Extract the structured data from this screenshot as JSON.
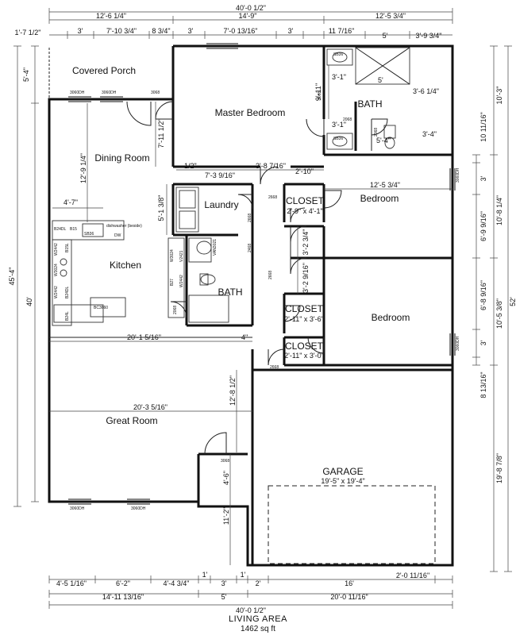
{
  "rooms": {
    "covered_porch": "Covered Porch",
    "master_bedroom": "Master Bedroom",
    "bath_master": "BATH",
    "dining_room": "Dining Room",
    "laundry": "Laundry",
    "closet_1": "CLOSET",
    "closet_1_size": "2'-9\" x 4'-1\"",
    "bedroom_1": "Bedroom",
    "kitchen": "Kitchen",
    "bath_hall": "BATH",
    "closet_2": "CLOSET",
    "closet_2_size": "2'-11\" x 3'-6\"",
    "closet_3": "CLOSET",
    "closet_3_size": "2'-11\" x 3'-0\"",
    "bedroom_2": "Bedroom",
    "great_room": "Great Room",
    "garage": "GARAGE",
    "garage_size": "19'-5\" x 19'-4\""
  },
  "dimensions": {
    "top_overall": "40'-0 1/2\"",
    "top_left": "12'-6 1/4\"",
    "top_mid": "14'-9\"",
    "top_right": "12'-5 3/4\"",
    "seg_3": "3'",
    "seg_7_10_3_4": "7'-10 3/4\"",
    "seg_8_3_4": "8 3/4\"",
    "seg_3_r1": "3'",
    "seg_7_0_13_16": "7'-0 13/16\"",
    "seg_3_r2": "3'",
    "seg_11_7_16": "11 7/16\"",
    "seg_5": "5'",
    "seg_3_9_3_4": "3'-9 3/4\"",
    "left_porch_offset": "1'-7 1/2\"",
    "left_porch": "5'-4\"",
    "left_overall": "45'-4\"",
    "left_inner": "40'",
    "right_overall": "52'",
    "right_10_3": "10'-3\"",
    "right_10_11_16": "10 11/16\"",
    "right_3_a": "3'",
    "right_10_8_1_4": "10'-8 1/4\"",
    "right_6_9_9_16": "6'-9 9/16\"",
    "right_6_8_9_16": "6'-8 9/16\"",
    "right_10_5_3_8": "10'-5 3/8\"",
    "right_3_b": "3'",
    "right_8_13_16": "8 13/16\"",
    "right_19_8_7_8": "19'-8 7/8\"",
    "bath_3_1_a": "3'-1\"",
    "bath_3_1_b": "3'-1\"",
    "bath_5": "5'",
    "bath_3_6_1_4": "3'-6 1/4\"",
    "bath_3_4": "3'-4\"",
    "bath_5_4": "5'-4\"",
    "bath_9_11": "9'-11\"",
    "master_7_11_1_2": "7'-11 1/2\"",
    "dining_12_9_1_4": "12'-9 1/4\"",
    "dim_1_2": "1/2\"",
    "dim_7_3_9_16": "7'-3 9/16\"",
    "dim_3_8_7_16": "3'-8 7/16\"",
    "dim_2_10": "2'-10\"",
    "bedroom_12_5_3_4": "12'-5 3/4\"",
    "kitchen_4_7": "4'-7\"",
    "laundry_5_1_3_8": "5'-1 3/8\"",
    "hall_3_2_3_4": "3'-2 3/4\"",
    "hall_3_2_9_16": "3'-2 9/16\"",
    "great_20_1_5_16": "20'-1 5/16\"",
    "dim_4": "4\"",
    "great_20_3_5_16": "20'-3 5/16\"",
    "hall_12_8_1_2": "12'-8 1/2\"",
    "entry_4_6": "4'-6\"",
    "entry_11_2": "11'-2\"",
    "b1_4_5_1_16": "4'-5 1/16\"",
    "b1_6_2": "6'-2\"",
    "b1_4_4_3_4": "4'-4 3/4\"",
    "b1_1_a": "1'",
    "b1_3": "3'",
    "b1_1_b": "1'",
    "b1_2": "2'",
    "b1_16": "16'",
    "b1_2_0_11_16": "2'-0 11/16\"",
    "b2_14_11_13_16": "14'-11 13/16\"",
    "b2_5": "5'",
    "b2_20_0_11_16": "20'-0 11/16\"",
    "bottom_overall": "40'-0 1/2\""
  },
  "fixture_codes": {
    "w_3060dh_a": "3060DH",
    "w_3060dh_b": "3060DH",
    "w_3068": "3068",
    "w_3060dh_bot_a": "3060DH",
    "w_3060dh_bot_b": "3060DH",
    "w_3068_entry": "3068",
    "w_3060dh_r1": "3060DH",
    "w_3060dh_r2": "3060DH",
    "d_2668_closet1": "2668",
    "d_2668_laundry": "2668",
    "d_2468": "2468",
    "d_2668_hall_a": "2668",
    "d_2668_hall_b": "2668",
    "d_2068_bath": "2068",
    "d_2068_master": "2068",
    "d_2068_bath_hall": "2068",
    "d_3068_master": "3068",
    "sink_1": "SB36",
    "sink_2": "SB36",
    "dishwasher": "dishwasher (beside)",
    "k_b24dl": "B24DL",
    "k_sb36": "SB36",
    "k_b15": "B15",
    "k_dw": "DW",
    "k_w2442": "W2442",
    "k_b15l": "B15L",
    "k_w3024": "W3024",
    "k_w2442_b": "W2442",
    "k_b24dl_b": "B24DL",
    "k_bc3660": "BC3660",
    "k_b24l": "B24L",
    "bath_w3024": "W3024",
    "bath_v2421": "V2421",
    "bath_b27": "B27",
    "bath_w24": "W2442",
    "bath_vanity": "VAN3021"
  },
  "footer": {
    "title": "LIVING AREA",
    "area": "1462 sq ft"
  }
}
